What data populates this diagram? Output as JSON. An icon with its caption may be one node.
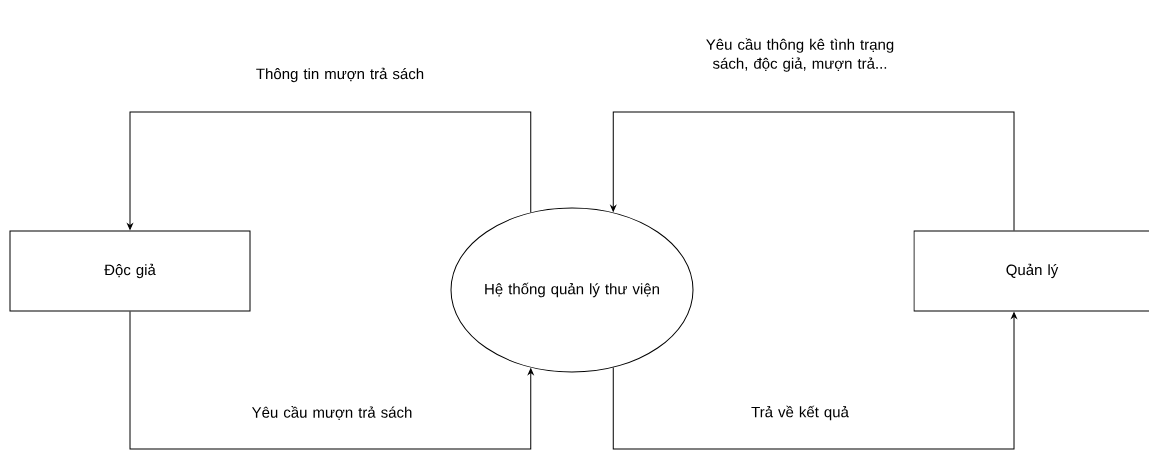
{
  "diagram": {
    "nodes": [
      {
        "text": [
          "Độc giả"
        ]
      },
      {
        "text": [
          "Hệ thống quản lý thư viện"
        ]
      },
      {
        "text": [
          "Quản lý"
        ]
      }
    ],
    "edges": [
      {
        "from": 1,
        "to": 0,
        "arrow": "to",
        "label": "Thông tin mượn trả sách"
      },
      {
        "from": 2,
        "to": 1,
        "arrow": "to",
        "label": "Yêu cầu thông kê tình trạng sách, độc giả, mượn trả..."
      },
      {
        "from": 0,
        "to": 1,
        "arrow": "to",
        "label": "Yêu cầu mượn trả sách"
      },
      {
        "from": 1,
        "to": 2,
        "arrow": "to",
        "label": "Trả về kết quả"
      }
    ]
  }
}
